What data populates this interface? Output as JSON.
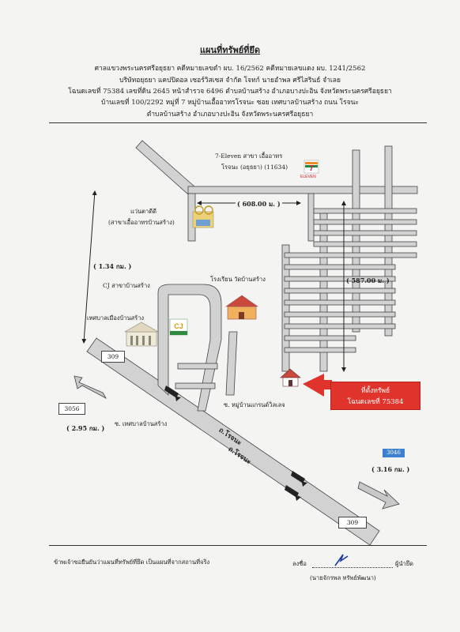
{
  "header": {
    "title": "แผนที่ทรัพย์ที่ยึด",
    "line1": "ศาลแขวงพระนครศรีอยุธยา คดีหมายเลขดำ ผบ. 16/2562  คดีหมายเลขแดง ผบ. 1241/2562",
    "line2": "บริษัทอยุธยา แคปปิตอล เซอร์วิสเซส จำกัด  โจทก์   นายอำพล  ศรีไสรินธ์  จำเลย",
    "line3": "โฉนดเลขที่ 75384 เลขที่ดิน 2645 หน้าสำรวจ 6496  ตำบลบ้านสร้าง  อำเภอบางปะอิน  จังหวัดพระนครศรีอยุธยา",
    "line4": "บ้านเลขที่ 100/2292   หมู่ที่ 7   หมู่บ้านเอื้ออาทรโรจนะ   ซอย  เทศบาลบ้านสร้าง   ถนน  โรจนะ",
    "line5": "ตำบลบ้านสร้าง  อำเภอบางปะอิน  จังหวัดพระนครศรีอยุธยา"
  },
  "landmarks": {
    "seven_eleven": {
      "line1": "7-Eleven สาขา เอื้ออาทร",
      "line2": "โรจนะ (อยุธยา) (11634)",
      "logo": "7",
      "logo_sub": "ELEVEN"
    },
    "glasses_shop": {
      "line1": "แว่นตาดีดี",
      "line2": "(สาขาเอื้ออาทรบ้านสร้าง)"
    },
    "cj": {
      "label": "CJ สาขาบ้านสร้าง",
      "logo": "CJ"
    },
    "municipality": {
      "label": "เทศบาลเมืองบ้านสร้าง"
    },
    "school": {
      "label": "โรงเรียน วัดบ้านสร้าง"
    }
  },
  "distances": {
    "top": "( 608.00 ม. )",
    "right": "( 587.00 ม. )",
    "left": "( 1.34 กม. )",
    "bottom_left": "( 2.95 กม. )",
    "bottom_right": "( 3.16 กม. )"
  },
  "route_numbers": {
    "r309_top": "309",
    "r309_bottom": "309",
    "r3056": "3056",
    "r3046": "3046"
  },
  "streets": {
    "soi_village": "ซ. หมู่บ้านแกรนด์วิลเลจ",
    "soi_municipality": "ซ. เทศบาลบ้านสร้าง",
    "rojana1": "ถ.โรจนะ",
    "rojana2": "ถ.โรจนะ"
  },
  "property": {
    "line1": "ที่ตั้งทรัพย์",
    "line2": "โฉนดเลขที่ 75384"
  },
  "footer": {
    "certify": "ข้าพเจ้าขอยืนยันว่าแผนที่ทรัพย์ที่ยึด เป็นแผนที่จากสถานที่จริง",
    "sign_prefix": "ลงชื่อ",
    "sign_suffix": "ผู้นำยึด",
    "signer": "(นายจักรพล   ทรัพย์พัฒนา)"
  },
  "colors": {
    "road": "#d2d2d2",
    "road_edge": "#444444",
    "red": "#e0332b",
    "blue": "#3d7fd1"
  }
}
